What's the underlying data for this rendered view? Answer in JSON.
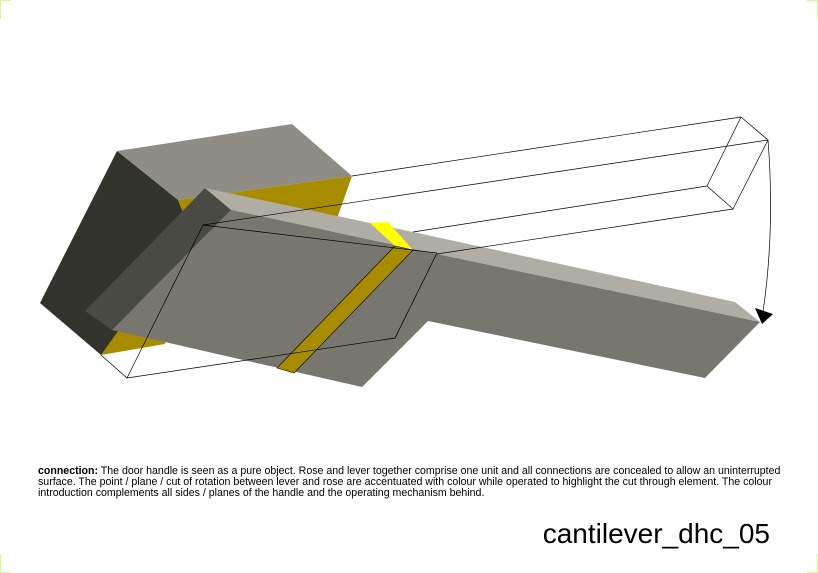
{
  "description": {
    "label": "connection:",
    "text": "The door handle is seen as a pure object. Rose and lever together comprise one unit and all connections are concealed to allow an uninterrupted surface. The point / plane / cut of rotation between lever and rose are accentuated with colour while operated to highlight the cut through element. The colour introduction complements all sides / planes of the handle and the operating mechanism behind."
  },
  "title": "cantilever_dhc_05",
  "colors": {
    "rose_top": "#8f8d85",
    "rose_side": "#33332d",
    "lever_front": "#77766f",
    "lever_top": "#b0aea4",
    "lever_end": "#4a4a44",
    "accent_dark_yellow": "#a88c00",
    "accent_yellow": "#ffff00",
    "corner_marks": "#d8f59a"
  }
}
